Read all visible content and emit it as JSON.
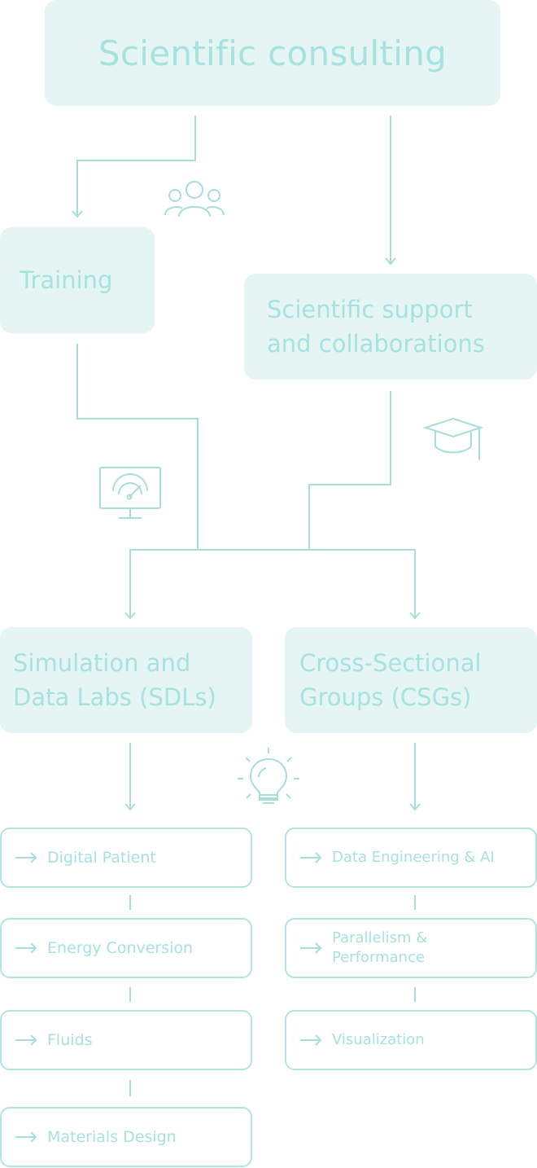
{
  "title": "Scientific consulting",
  "training": "Training",
  "support": {
    "line1": "Scientific support",
    "line2": "and collaborations"
  },
  "sdl": {
    "line1": "Simulation and",
    "line2": "Data Labs (SDLs)"
  },
  "csg": {
    "line1": "Cross-Sectional",
    "line2": "Groups (CSGs)"
  },
  "sdl_items": [
    "Digital Patient",
    "Energy Conversion",
    "Fluids",
    "Materials Design"
  ],
  "csg_items": [
    {
      "line1": "Data Engineering & AI",
      "line2": ""
    },
    {
      "line1": "Parallelism &",
      "line2": "Performance"
    },
    {
      "line1": "Visualization",
      "line2": ""
    }
  ],
  "icons": [
    "people-group-icon",
    "graduation-cap-icon",
    "monitor-gauge-icon",
    "lightbulb-icon",
    "arrow-right-icon"
  ],
  "colors": {
    "box_fill": "#e4f5f4",
    "text": "#a6e2de",
    "line": "#a8deda",
    "border": "#b2e4e1"
  }
}
